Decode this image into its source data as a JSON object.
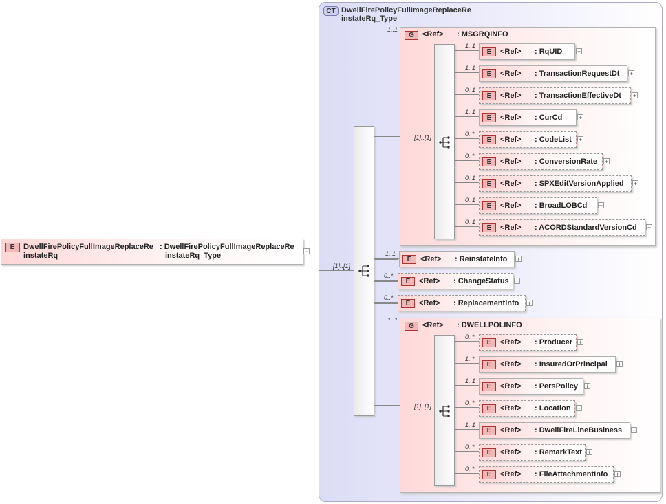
{
  "root": {
    "badge": "E",
    "name_line1": "DwellFirePolicyFullImageReplaceRe",
    "name_line2": "instateRq",
    "type_line1": ": DwellFirePolicyFullImageReplaceRe",
    "type_line2": "instateRq_Type",
    "collapse_symbol": "−"
  },
  "complex_type": {
    "badge": "CT",
    "title_line1": "DwellFirePolicyFullImageReplaceRe",
    "title_line2": "instateRq_Type"
  },
  "main_sequence": {
    "multiplicity": "[1]..[1]"
  },
  "groups": [
    {
      "badge": "G",
      "ref": "<Ref>",
      "name": ": MSGRQINFO",
      "multiplicity": "1..1",
      "sequence_multiplicity": "[1]..[1]",
      "elements": [
        {
          "mult": "1..1",
          "badge": "E",
          "ref": "<Ref>",
          "name": ": RqUID",
          "optional": false
        },
        {
          "mult": "1..1",
          "badge": "E",
          "ref": "<Ref>",
          "name": ": TransactionRequestDt",
          "optional": false
        },
        {
          "mult": "0..1",
          "badge": "E",
          "ref": "<Ref>",
          "name": ": TransactionEffectiveDt",
          "optional": true
        },
        {
          "mult": "1..1",
          "badge": "E",
          "ref": "<Ref>",
          "name": ": CurCd",
          "optional": false
        },
        {
          "mult": "0..*",
          "badge": "E",
          "ref": "<Ref>",
          "name": ": CodeList",
          "optional": true
        },
        {
          "mult": "0..*",
          "badge": "E",
          "ref": "<Ref>",
          "name": ": ConversionRate",
          "optional": true
        },
        {
          "mult": "0..1",
          "badge": "E",
          "ref": "<Ref>",
          "name": ": SPXEditVersionApplied",
          "optional": true
        },
        {
          "mult": "0..1",
          "badge": "E",
          "ref": "<Ref>",
          "name": ": BroadLOBCd",
          "optional": true
        },
        {
          "mult": "0..1",
          "badge": "E",
          "ref": "<Ref>",
          "name": ": ACORDStandardVersionCd",
          "optional": true
        }
      ]
    },
    {
      "badge": "G",
      "ref": "<Ref>",
      "name": ": DWELLPOLINFO",
      "multiplicity": "1..1",
      "sequence_multiplicity": "[1]..[1]",
      "elements": [
        {
          "mult": "0..*",
          "badge": "E",
          "ref": "<Ref>",
          "name": ": Producer",
          "optional": true
        },
        {
          "mult": "1..*",
          "badge": "E",
          "ref": "<Ref>",
          "name": ": InsuredOrPrincipal",
          "optional": false
        },
        {
          "mult": "1..1",
          "badge": "E",
          "ref": "<Ref>",
          "name": ": PersPolicy",
          "optional": false
        },
        {
          "mult": "0..*",
          "badge": "E",
          "ref": "<Ref>",
          "name": ": Location",
          "optional": true
        },
        {
          "mult": "1..1",
          "badge": "E",
          "ref": "<Ref>",
          "name": ": DwellFireLineBusiness",
          "optional": false
        },
        {
          "mult": "0..*",
          "badge": "E",
          "ref": "<Ref>",
          "name": ": RemarkText",
          "optional": true
        },
        {
          "mult": "0..*",
          "badge": "E",
          "ref": "<Ref>",
          "name": ": FileAttachmentInfo",
          "optional": true
        }
      ]
    }
  ],
  "direct_elements": [
    {
      "mult": "1..1",
      "badge": "E",
      "ref": "<Ref>",
      "name": ": ReinstateInfo",
      "optional": false
    },
    {
      "mult": "0..*",
      "badge": "E",
      "ref": "<Ref>",
      "name": ": ChangeStatus",
      "optional": true
    },
    {
      "mult": "0..*",
      "badge": "E",
      "ref": "<Ref>",
      "name": ": ReplacementInfo",
      "optional": true
    }
  ],
  "expand_symbol": "+",
  "colors": {
    "element_fill": "#ffd6d6",
    "element_badge": "#f2b8b8",
    "complex_type_fill": "#dcdcf6"
  }
}
